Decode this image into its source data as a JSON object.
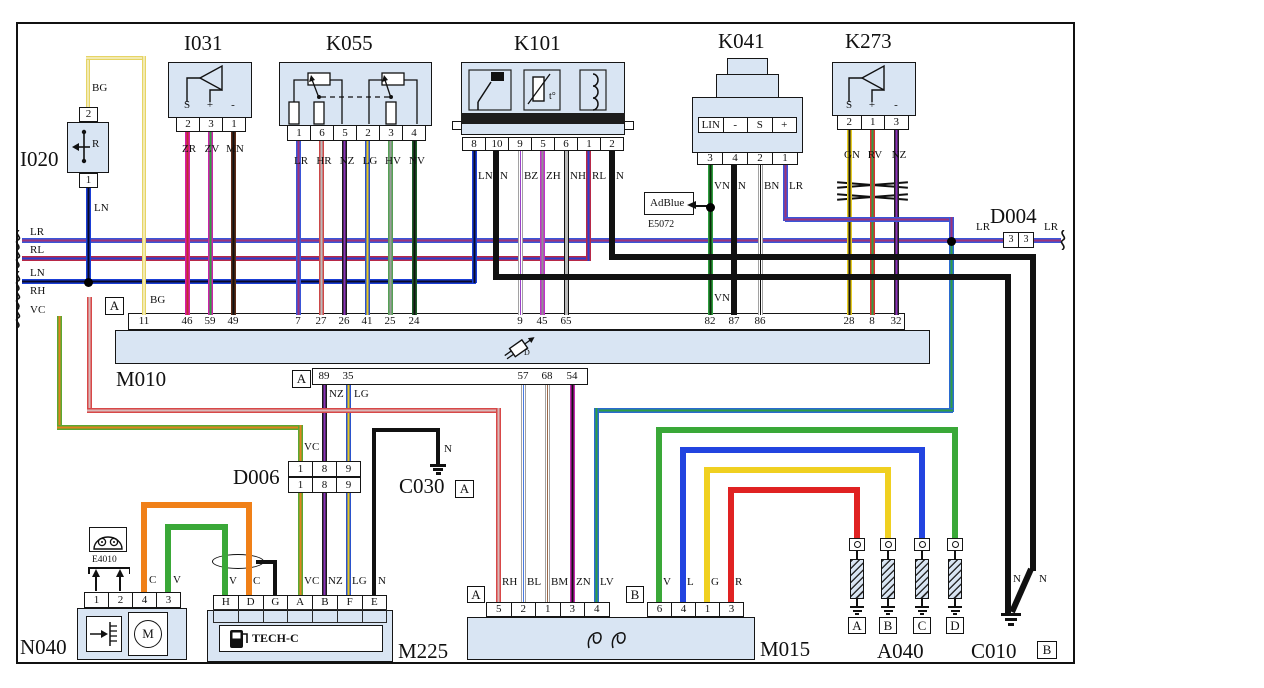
{
  "bus_labels": [
    "LR",
    "RL",
    "LN",
    "RH",
    "VC"
  ],
  "i020": {
    "name": "I020",
    "pin_top": "2",
    "pin_bottom": "1",
    "letter": "R",
    "wire_top": "BG",
    "wire_bottom": "LN"
  },
  "i031": {
    "name": "I031",
    "pins": [
      "2",
      "3",
      "1"
    ],
    "terminals": [
      "S",
      "+",
      "-"
    ],
    "wires": [
      "ZR",
      "ZV",
      "MN"
    ]
  },
  "k055": {
    "name": "K055",
    "pins": [
      "1",
      "6",
      "5",
      "2",
      "3",
      "4"
    ],
    "wires": [
      "LR",
      "HR",
      "NZ",
      "LG",
      "HV",
      "NV"
    ]
  },
  "k101": {
    "name": "K101",
    "pins": [
      "8",
      "10",
      "9",
      "5",
      "6",
      "1",
      "2"
    ],
    "wires": [
      "LN",
      "N",
      "BZ",
      "ZH",
      "NH",
      "RL",
      "N"
    ],
    "thermo_label": "t°"
  },
  "k041": {
    "name": "K041",
    "terminals": [
      "LIN",
      "-",
      "S",
      "+"
    ],
    "pins": [
      "3",
      "4",
      "2",
      "1"
    ],
    "wires": [
      "VN",
      "N",
      "BN",
      "LR"
    ]
  },
  "k273": {
    "name": "K273",
    "pins": [
      "2",
      "1",
      "3"
    ],
    "terminals": [
      "S",
      "+",
      "-"
    ],
    "wires": [
      "GN",
      "RV",
      "NZ"
    ]
  },
  "d004": {
    "name": "D004",
    "cells": [
      "3",
      "3"
    ],
    "wire_left": "LR",
    "wire_right": "LR"
  },
  "m010": {
    "name": "M010",
    "conn_top": "A",
    "conn_bottom": "A",
    "icon_letter": "D",
    "pins_top": [
      "11",
      "46",
      "59",
      "49",
      "7",
      "27",
      "26",
      "41",
      "25",
      "24",
      "9",
      "45",
      "65",
      "82",
      "87",
      "86",
      "28",
      "8",
      "32"
    ],
    "pins_bottom": [
      "89",
      "35",
      "57",
      "68",
      "54"
    ]
  },
  "d006": {
    "name": "D006",
    "cells": [
      "1",
      "8",
      "9"
    ]
  },
  "c030": {
    "name": "C030",
    "conn": "A",
    "wire": "N"
  },
  "adblue": {
    "label": "AdBlue",
    "code": "E5072"
  },
  "e4010": {
    "code": "E4010"
  },
  "n040": {
    "name": "N040",
    "pins": [
      "1",
      "2",
      "4",
      "3"
    ],
    "motor_letter": "M"
  },
  "m225": {
    "name": "M225",
    "pins": [
      "H",
      "D",
      "G",
      "A",
      "B",
      "F",
      "E"
    ],
    "unit_label": "TECH-C",
    "wire_labels": [
      "V",
      "C",
      "VC",
      "NZ",
      "LG",
      "N"
    ]
  },
  "m015": {
    "name": "M015",
    "conn_a": "A",
    "conn_b": "B",
    "pins_a": [
      "5",
      "2",
      "1",
      "3",
      "4"
    ],
    "pins_b": [
      "6",
      "4",
      "1",
      "3"
    ],
    "wires_a": [
      "RH",
      "BL",
      "BM",
      "ZN",
      "LV"
    ],
    "wires_b": [
      "V",
      "L",
      "G",
      "R"
    ]
  },
  "a040": {
    "name": "A040",
    "plugs": [
      "A",
      "B",
      "C",
      "D"
    ]
  },
  "c010": {
    "name": "C010",
    "conn": "B",
    "wires": [
      "N",
      "N"
    ]
  },
  "float_labels": {
    "bg_top": "BG",
    "bg_low": "BG",
    "ln_i020": "LN",
    "vn_low": "VN",
    "nz_low": "NZ",
    "lg_low": "LG",
    "vc_d006": "VC",
    "n_c030": "N",
    "c_n040": "C",
    "v_n040": "V"
  },
  "wire_colors": {
    "LR": [
      "#3a55d8",
      "#a03377",
      null
    ],
    "RL": [
      "#b82846",
      "#2a3fd0",
      null
    ],
    "LN": [
      "#1a3ed6",
      "#0a0a28",
      null
    ],
    "RH": [
      "#d84848",
      "#d9b9b9",
      null
    ],
    "VC": [
      "#5aa832",
      "#e0821e",
      null
    ],
    "BG": [
      "#e6d464",
      "#ffffff",
      null
    ],
    "ZR": [
      "#d81ca8",
      "#c03030",
      null
    ],
    "ZV": [
      "#cc22aa",
      "#2f9e44",
      null
    ],
    "MN": [
      "#5c2a16",
      "#111111",
      null
    ],
    "HR": [
      "#cc4848",
      "#bbbbbb",
      null
    ],
    "NZ": [
      "#1c1c1c",
      "#8a30b8",
      null
    ],
    "LG": [
      "#2a52cc",
      "#e8c820",
      null
    ],
    "HV": [
      "#55a055",
      "#9a9a9a",
      null
    ],
    "NV": [
      "#1d5e28",
      "#111111",
      null
    ],
    "BZ": [
      "#ffffff",
      "#9a40c8",
      "#444444"
    ],
    "ZH": [
      "#c030c8",
      "#909090",
      null
    ],
    "NH": [
      "#b8b8b8",
      null,
      "#111111"
    ],
    "VN": [
      "#2f9e3f",
      "#0a2a0a",
      null
    ],
    "BN": [
      "#ffffff",
      "#111111",
      "#444444"
    ],
    "GN": [
      "#e8cc22",
      "#111111",
      null
    ],
    "RV": [
      "#d83030",
      "#2f9e44",
      null
    ],
    "BL": [
      "#ffffff",
      "#4a7ae0",
      "#444444"
    ],
    "BM": [
      "#ffffff",
      "#9a6848",
      "#444444"
    ],
    "ZN": [
      "#c428b0",
      "#111111",
      null
    ],
    "LV": [
      "#2a6ad0",
      "#2f9e44",
      null
    ],
    "N": [
      "#111111",
      null,
      null
    ],
    "V": [
      "#3aa838",
      null,
      null
    ],
    "C": [
      "#f08018",
      null,
      null
    ],
    "L": [
      "#2244e0",
      null,
      null
    ],
    "G": [
      "#f0d020",
      null,
      null
    ],
    "R": [
      "#e02222",
      null,
      null
    ]
  }
}
